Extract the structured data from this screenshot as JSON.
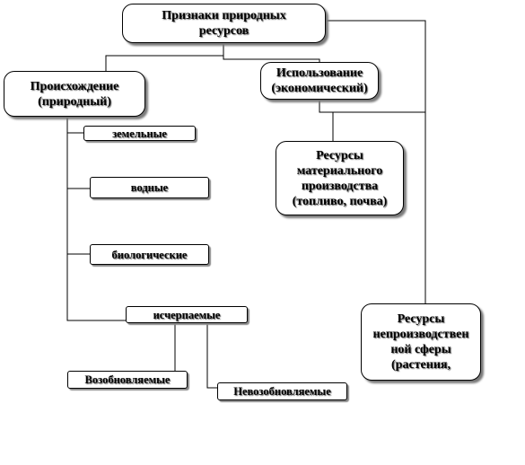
{
  "diagram": {
    "root": "Признаки природных\nресурсов",
    "origin": "Происхождение\n(природный)",
    "usage": "Использование\n(экономический)",
    "origin_items": [
      "земельные",
      "водные",
      "биологические",
      "исчерпаемые"
    ],
    "material": "Ресурсы\nматериального\nпроизводства\n(топливо, почва)",
    "nonproduction": "Ресурсы\nнепроизводствен\nной сферы\n(растения,",
    "renewable": "Возобновляемые",
    "nonrenewable": "Невозобновляемые"
  }
}
